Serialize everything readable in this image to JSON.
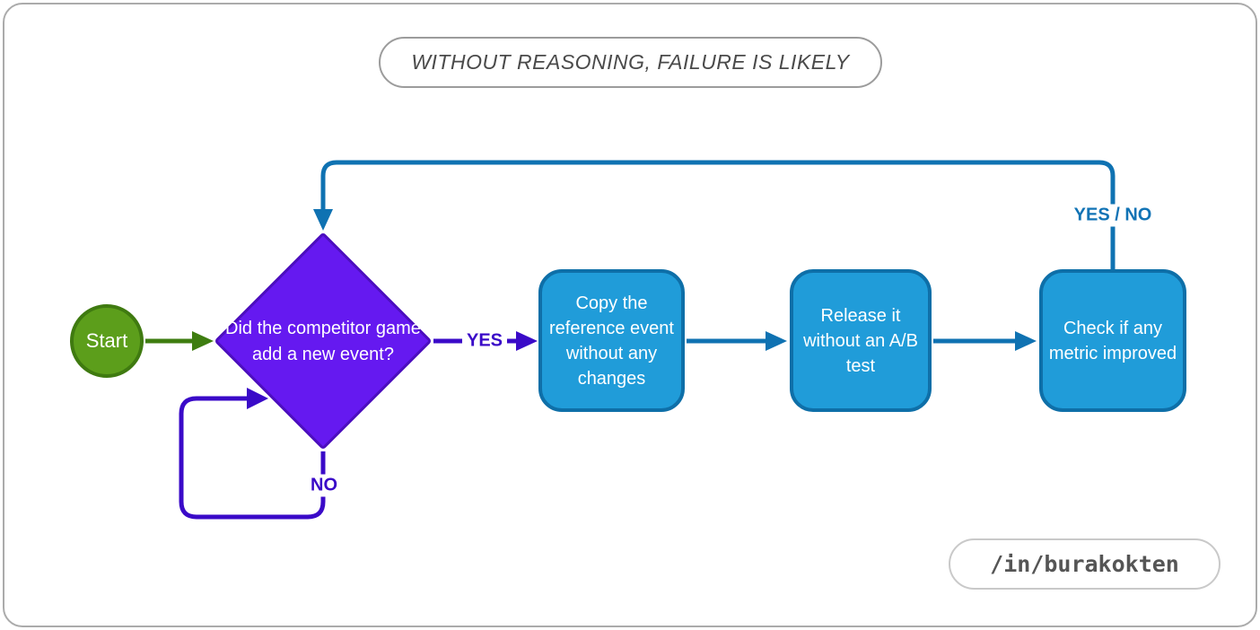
{
  "banner": {
    "label": "WITHOUT REASONING, FAILURE IS LIKELY"
  },
  "footer": {
    "label": "/in/burakokten"
  },
  "flowchart": {
    "nodes": {
      "start": {
        "type": "terminator",
        "shape": "circle",
        "label": "Start"
      },
      "decision": {
        "type": "decision",
        "shape": "diamond",
        "label": "Did the competitor game add a new event?"
      },
      "copy": {
        "type": "process",
        "shape": "rounded-rect",
        "label": "Copy the reference event without any changes"
      },
      "release": {
        "type": "process",
        "shape": "rounded-rect",
        "label": "Release it without an A/B test"
      },
      "check": {
        "type": "process",
        "shape": "rounded-rect",
        "label": "Check if any metric improved"
      }
    },
    "edges": [
      {
        "from": "start",
        "to": "decision",
        "label": "",
        "color": "#3E7D10"
      },
      {
        "from": "decision",
        "to": "copy",
        "label": "YES",
        "color": "#3A0AC8"
      },
      {
        "from": "decision",
        "to": "decision",
        "label": "NO",
        "color": "#3A0AC8"
      },
      {
        "from": "copy",
        "to": "release",
        "label": "",
        "color": "#0F72B2"
      },
      {
        "from": "release",
        "to": "check",
        "label": "",
        "color": "#0F72B2"
      },
      {
        "from": "check",
        "to": "decision",
        "label": "YES / NO",
        "color": "#0F72B2"
      }
    ]
  },
  "colors": {
    "start_fill": "#5C9E1B",
    "start_border": "#3F7A10",
    "decision_fill": "#6519F0",
    "decision_border": "#4C0EBE",
    "process_fill": "#209CD9",
    "process_border": "#0E6FA8",
    "green_arrow": "#3E7D10",
    "purple_arrow": "#3A0AC8",
    "blue_arrow": "#0F72B2",
    "yes_no_label": "#1173B5",
    "banner_text": "#4A4A4A",
    "banner_border": "#9C9C9C",
    "footer_text": "#555555",
    "footer_border": "#C9C9C9",
    "frame_border": "#ABABAB"
  }
}
